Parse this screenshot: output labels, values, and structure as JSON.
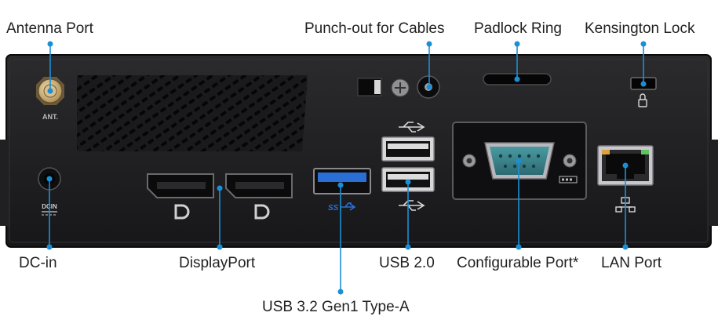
{
  "callouts": {
    "antenna": "Antenna Port",
    "punchout": "Punch-out for Cables",
    "padlock": "Padlock Ring",
    "kensington": "Kensington Lock",
    "dcin": "DC-in",
    "displayport": "DisplayPort",
    "usb20": "USB 2.0",
    "configurable": "Configurable Port*",
    "lan": "LAN Port",
    "usb32": "USB 3.2 Gen1 Type-A"
  },
  "panel_markings": {
    "ant": "ANT.",
    "dcin": "DCIN"
  },
  "colors": {
    "leader_line": "#1b8fd6",
    "chassis": "#1d1d1f",
    "usb3_blue": "#2a6fd6",
    "serial_teal": "#3a7f86"
  },
  "icons": {
    "displayport": "displayport-logo-icon",
    "usb": "usb-trident-icon",
    "usb3": "usb-superspeed-icon",
    "lan": "network-icon",
    "kensington": "lock-icon"
  }
}
